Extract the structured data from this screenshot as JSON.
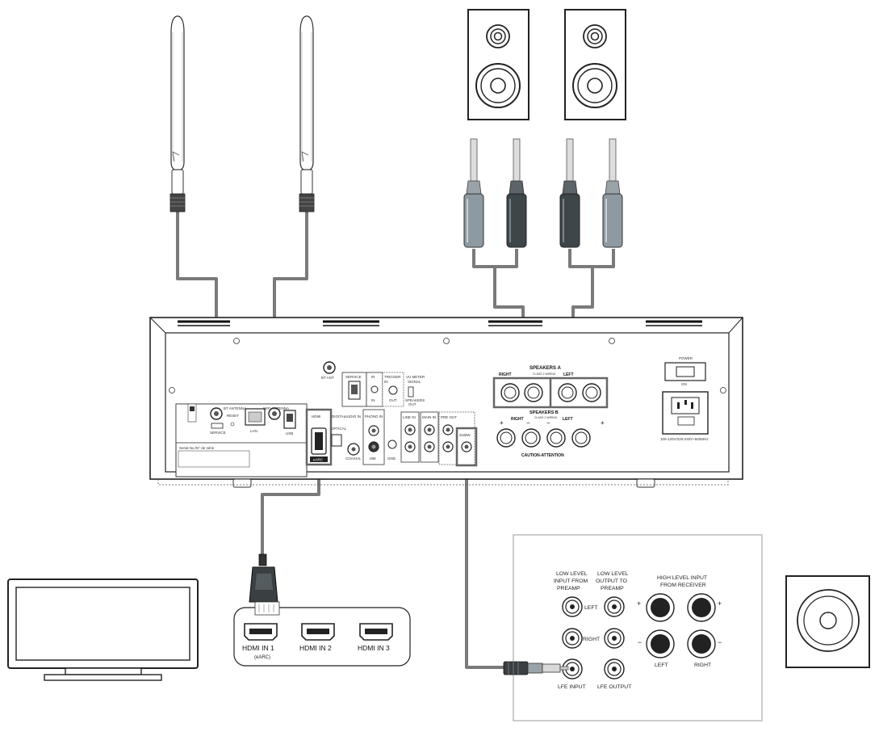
{
  "receiver": {
    "bt_ant": "BT ANT",
    "bt_antenna": "BT ANTENNA",
    "wifi_antenna": "WIFI ANTENNA",
    "reset": "RESET",
    "service_small": "SERVICE",
    "lan": "LAN",
    "usb": "USB",
    "serial": "Serial No./N° de série",
    "service": "SERVICE",
    "ir": "IR",
    "ir_in": "IN",
    "trigger": "TRIGGER",
    "trigger_in": "IN",
    "trigger_out": "OUT",
    "meter": "VU METER",
    "meter_signal": "SIGNAL",
    "meter_speakers": "SPEAKERS",
    "meter_out": "OUT",
    "hdmi": "HDMI",
    "earc": "eARC",
    "digital": "DIGITAL",
    "audio_in": "AUDIO IN",
    "coaxial": "COAXIAL",
    "optical": "OPTICAL",
    "phono_in": "PHONO IN",
    "mm": "MM",
    "gnd": "GND",
    "line_in": "LINE IN",
    "main_in": "MAIN IN",
    "pre_out": "PRE OUT",
    "subwoofer": "SUBW.",
    "speakers_a": "SPEAKERS A",
    "speakers_a_class": "CLASS 2 WIRING",
    "speakers_b": "SPEAKERS B",
    "speakers_b_class": "CLASS 2 WIRING",
    "right": "RIGHT",
    "left": "LEFT",
    "caution": "CAUTION-ATTENTION",
    "power": "POWER",
    "on": "ON",
    "voltage": "100-120V/220-240V~50/60Hz"
  },
  "hdmi_panel": {
    "inputs": [
      "HDMI IN 1",
      "HDMI IN 2",
      "HDMI IN 3"
    ],
    "earc_note": "(eARC)"
  },
  "subwoofer_panel": {
    "low_level_input": [
      "LOW LEVEL",
      "INPUT FROM",
      "PREAMP"
    ],
    "low_level_output": [
      "LOW LEVEL",
      "OUTPUT TO",
      "PREAMP"
    ],
    "high_level_input": [
      "HIGH LEVEL INPUT",
      "FROM RECEIVER"
    ],
    "left": "LEFT",
    "right": "RIGHT",
    "lfe_input": "LFE INPUT",
    "lfe_output": "LFE OUTPUT",
    "hl_left": "LEFT",
    "hl_right": "RIGHT"
  }
}
